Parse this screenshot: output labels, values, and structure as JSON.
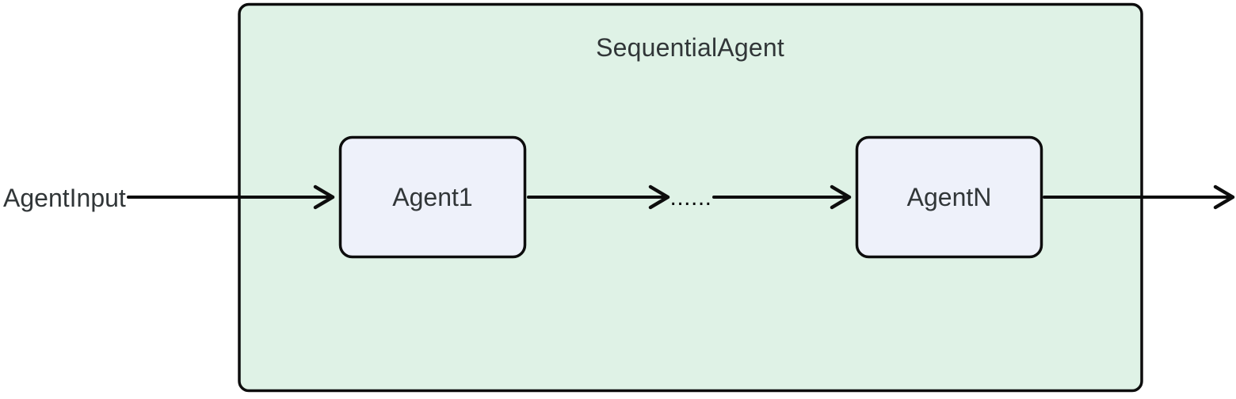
{
  "diagram": {
    "title": "SequentialAgent",
    "input_label": "AgentInput",
    "nodes": [
      {
        "label": "Agent1"
      },
      {
        "label": "AgentN"
      }
    ],
    "ellipsis": "......",
    "colors": {
      "background": "#ffffff",
      "container_fill": "#dff2e6",
      "container_border": "#0d0d0d",
      "node_fill": "#eef1fa",
      "node_border": "#0d0d0d",
      "arrow": "#0d0d0d",
      "text": "#313638"
    }
  }
}
